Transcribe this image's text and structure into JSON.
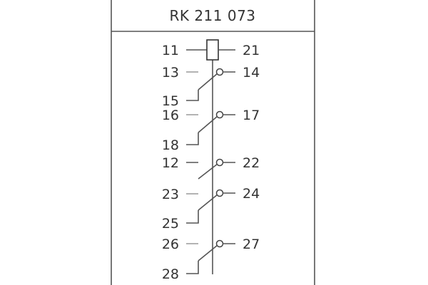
{
  "title": "RK 211 073",
  "terminals": {
    "coil_left": "11",
    "coil_right": "21",
    "t13": "13",
    "t14": "14",
    "t15": "15",
    "t16": "16",
    "t17": "17",
    "t18": "18",
    "t12": "12",
    "t22": "22",
    "t23": "23",
    "t24": "24",
    "t25": "25",
    "t26": "26",
    "t27": "27",
    "t28": "28"
  }
}
